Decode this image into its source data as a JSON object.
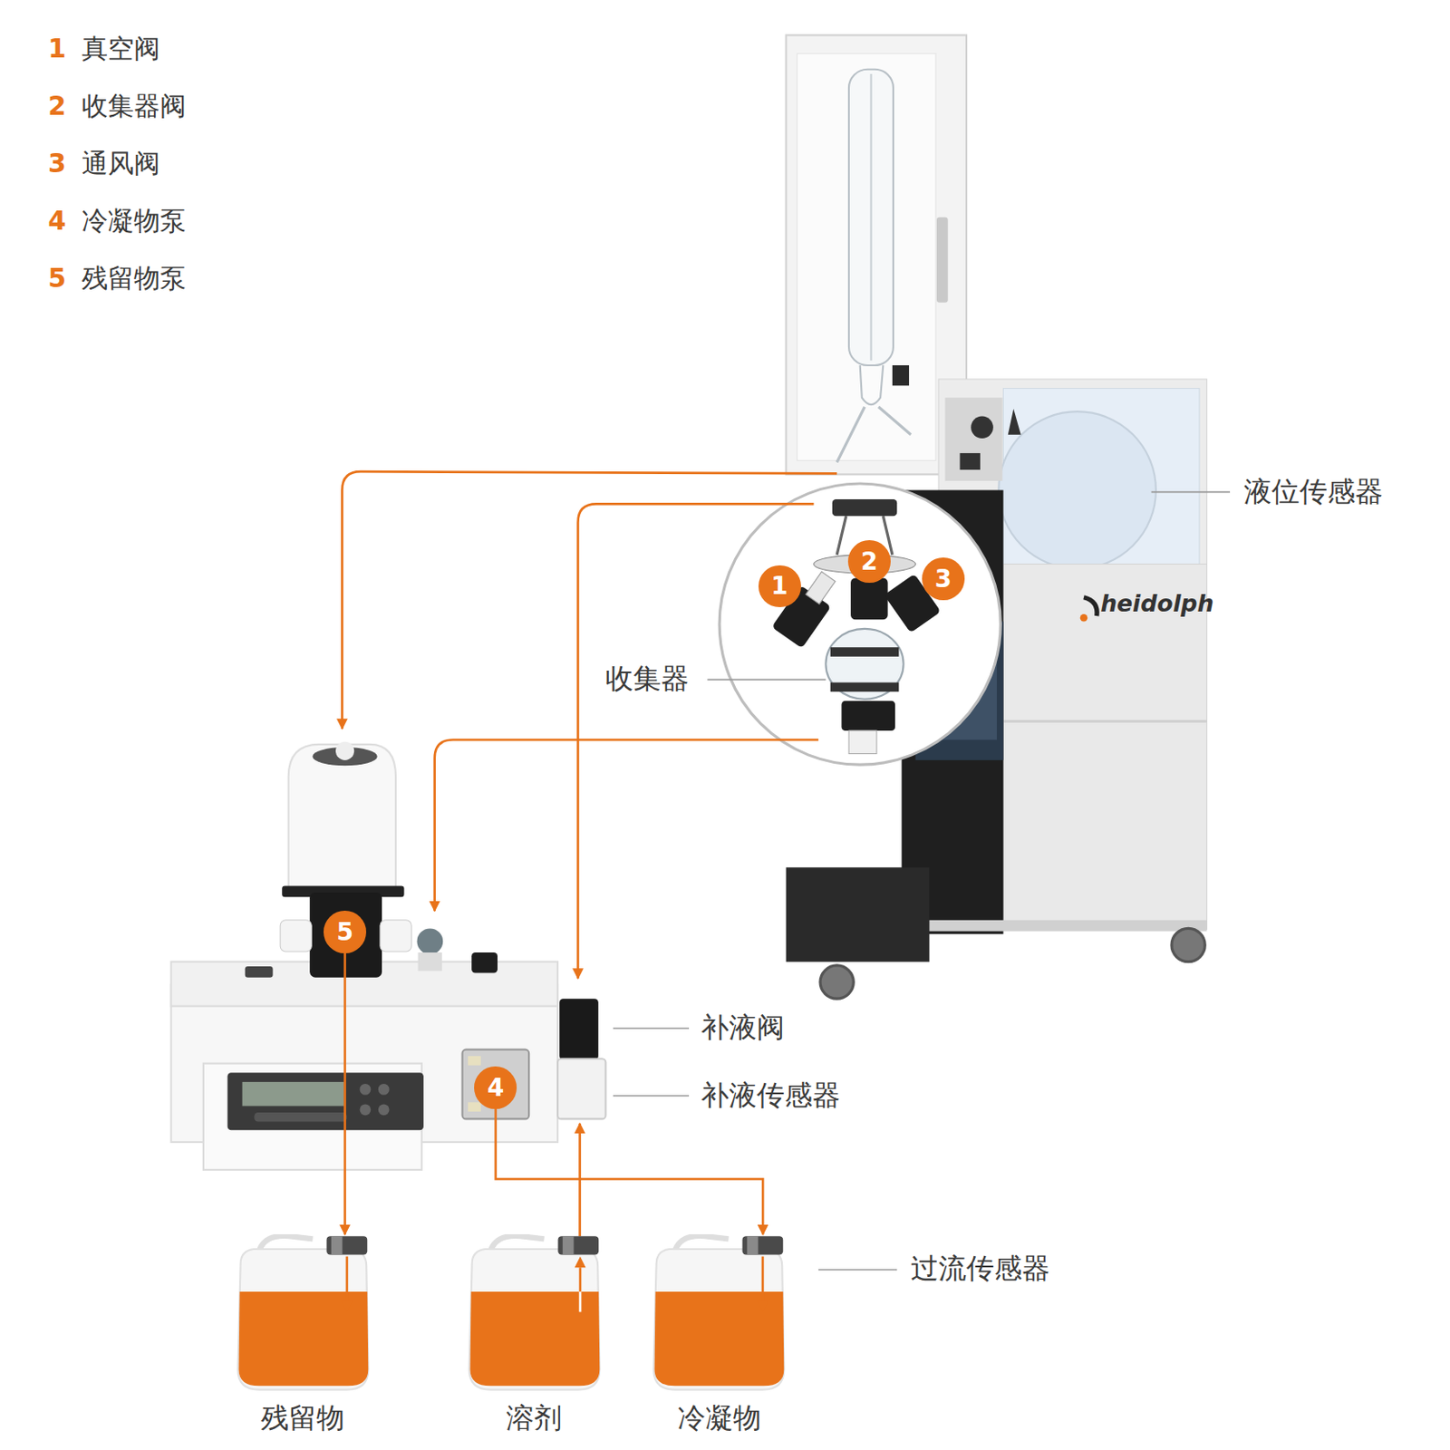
{
  "diagram": {
    "nodes": [
      {
        "text": [
          "1"
        ]
      },
      {
        "text": [
          "2"
        ]
      },
      {
        "text": [
          "3"
        ]
      },
      {
        "text": [
          "5"
        ]
      },
      {
        "text": [
          "4"
        ]
      },
      {
        "text": [
          "残留物"
        ]
      },
      {
        "text": [
          "溶剂"
        ]
      },
      {
        "text": [
          "冷凝物"
        ]
      }
    ],
    "edges": [
      {
        "from": 3,
        "to": 5,
        "arrow": "to"
      },
      {
        "from": 4,
        "to": 7,
        "arrow": "to"
      }
    ],
    "labels": [
      "1",
      "真空阀",
      "2",
      "收集器阀",
      "3",
      "通风阀",
      "4",
      "冷凝物泵",
      "5",
      "残留物泵",
      "液位传感器",
      "heidolph",
      "收集器",
      "补液阀",
      "补液传感器",
      "过流传感器"
    ]
  }
}
